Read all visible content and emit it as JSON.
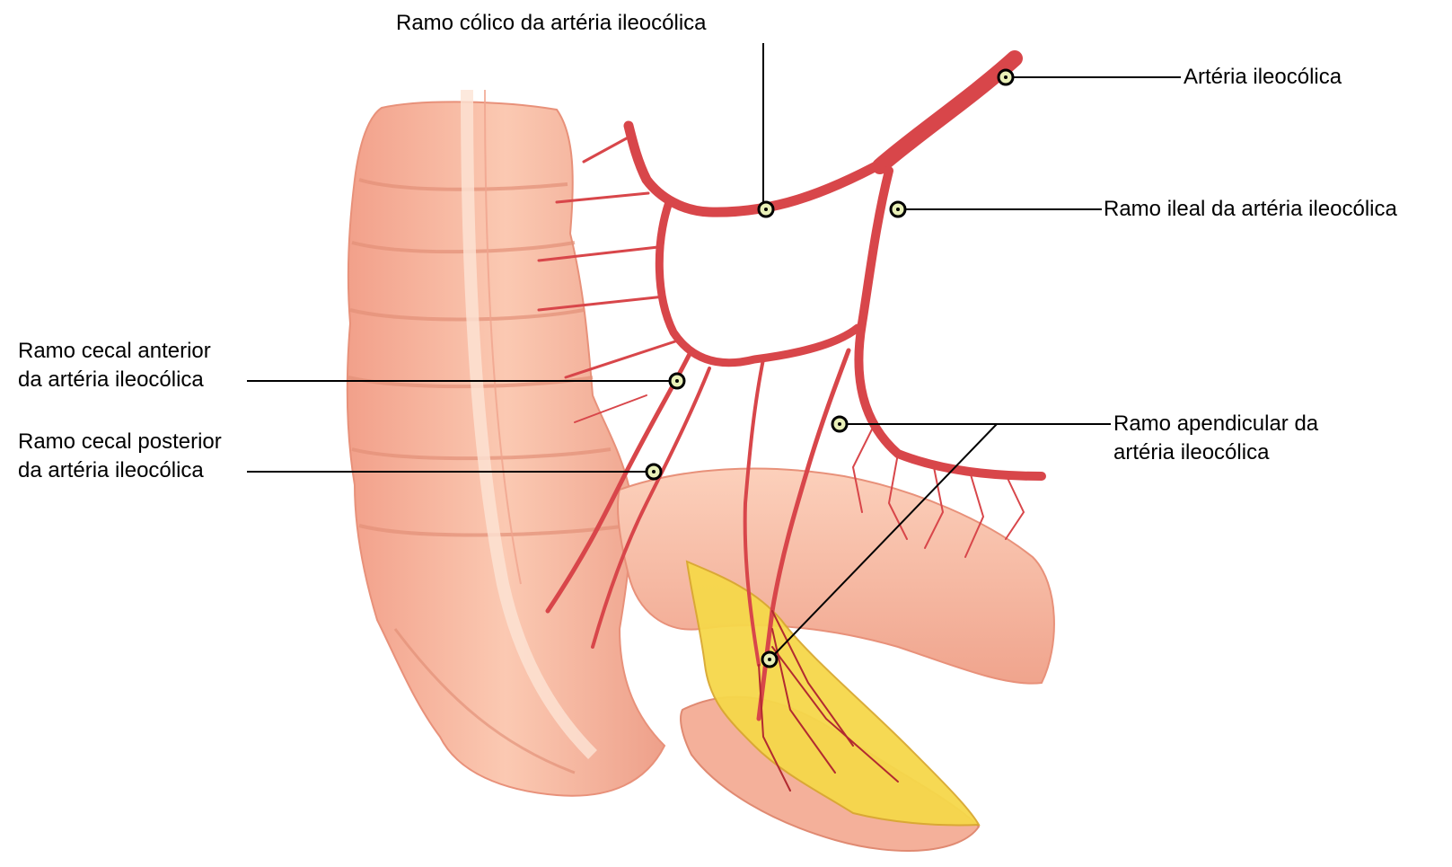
{
  "diagram": {
    "labels": {
      "colic_branch": "Ramo cólico da artéria ileocólica",
      "ileocolic_artery": "Artéria ileocólica",
      "ileal_branch": "Ramo ileal da artéria ileocólica",
      "anterior_cecal": [
        "Ramo cecal anterior",
        "da artéria ileocólica"
      ],
      "posterior_cecal": [
        "Ramo cecal posterior",
        "da artéria ileocólica"
      ],
      "appendicular": [
        "Ramo apendicular da",
        "artéria ileocólica"
      ]
    },
    "colors": {
      "colon": "#f7b59c",
      "colon_shadow": "#e08a72",
      "artery": "#d8464a",
      "artery_dark": "#b22a30",
      "mesoappendix_fat": "#f6d84a",
      "leader_line": "#000000",
      "marker_ring": "#000000",
      "marker_fill": "#e9f0b8"
    }
  }
}
